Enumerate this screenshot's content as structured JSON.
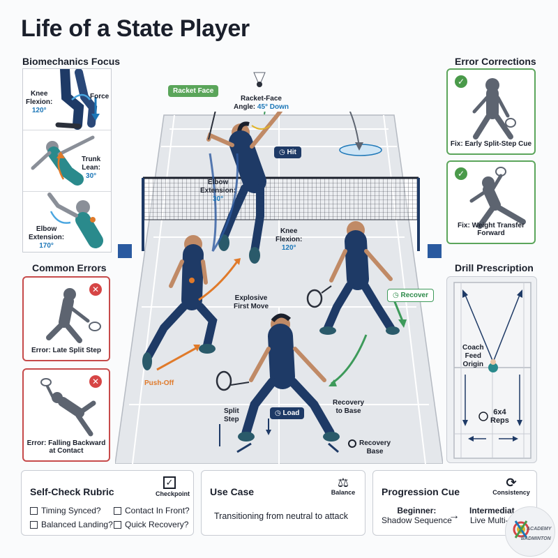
{
  "title": "Life of a State Player",
  "biomechanics": {
    "heading": "Biomechanics Focus",
    "items": [
      {
        "label": "Knee\nFlexion:",
        "value": "120°",
        "arrow_label": "Force"
      },
      {
        "label": "Trunk\nLean:",
        "value": "30°"
      },
      {
        "label": "Elbow\nExtension:",
        "value": "170°"
      }
    ]
  },
  "common_errors": {
    "heading": "Common Errors",
    "items": [
      {
        "caption": "Error: Late Split Step"
      },
      {
        "caption": "Error: Falling Backward\nat Contact"
      }
    ]
  },
  "error_corrections": {
    "heading": "Error Corrections",
    "items": [
      {
        "caption": "Fix: Early Split-Step Cue"
      },
      {
        "caption": "Fix: Weight Transfer Forward"
      }
    ]
  },
  "drill": {
    "heading": "Drill Prescription",
    "coach_label": "Coach\nFeed\nOrigin",
    "reps_label": "6x4\nReps"
  },
  "court": {
    "racket_face_tag": "Racket Face",
    "racket_angle": "Racket-Face\nAngle:",
    "racket_angle_val": "45° Down",
    "hit_tag": "Hit",
    "elbow_label": "Elbow\nExtension:",
    "elbow_val": "30°",
    "knee_label": "Knee\nFlexion:",
    "knee_val": "120°",
    "explosive": "Explosive\nFirst Move",
    "recover_tag": "Recover",
    "push_off": "Push-Off",
    "split_step": "Split\nStep",
    "load_tag": "Load",
    "recovery_to_base": "Recovery\nto Base",
    "recovery_base": "Recovery\nBase"
  },
  "rubric": {
    "heading": "Self-Check Rubric",
    "icon_label": "Checkpoint",
    "items": [
      "Timing Synced?",
      "Contact In Front?",
      "Balanced Landing?",
      "Quick Recovery?"
    ]
  },
  "use_case": {
    "heading": "Use Case",
    "icon_label": "Balance",
    "text": "Transitioning from neutral to attack"
  },
  "progression": {
    "heading": "Progression Cue",
    "icon_label": "Consistency",
    "beginner_label": "Beginner:",
    "beginner_text": "Shadow Sequence",
    "inter_label": "Intermediat",
    "inter_text": "Live Multi-S"
  },
  "logo": {
    "line1": "ACADEMY",
    "line2": "BADMINTON"
  },
  "colors": {
    "navy": "#1e3a66",
    "orange": "#e07a2a",
    "blue": "#1c77b8",
    "green": "#4a9a4a",
    "red": "#d64545"
  }
}
